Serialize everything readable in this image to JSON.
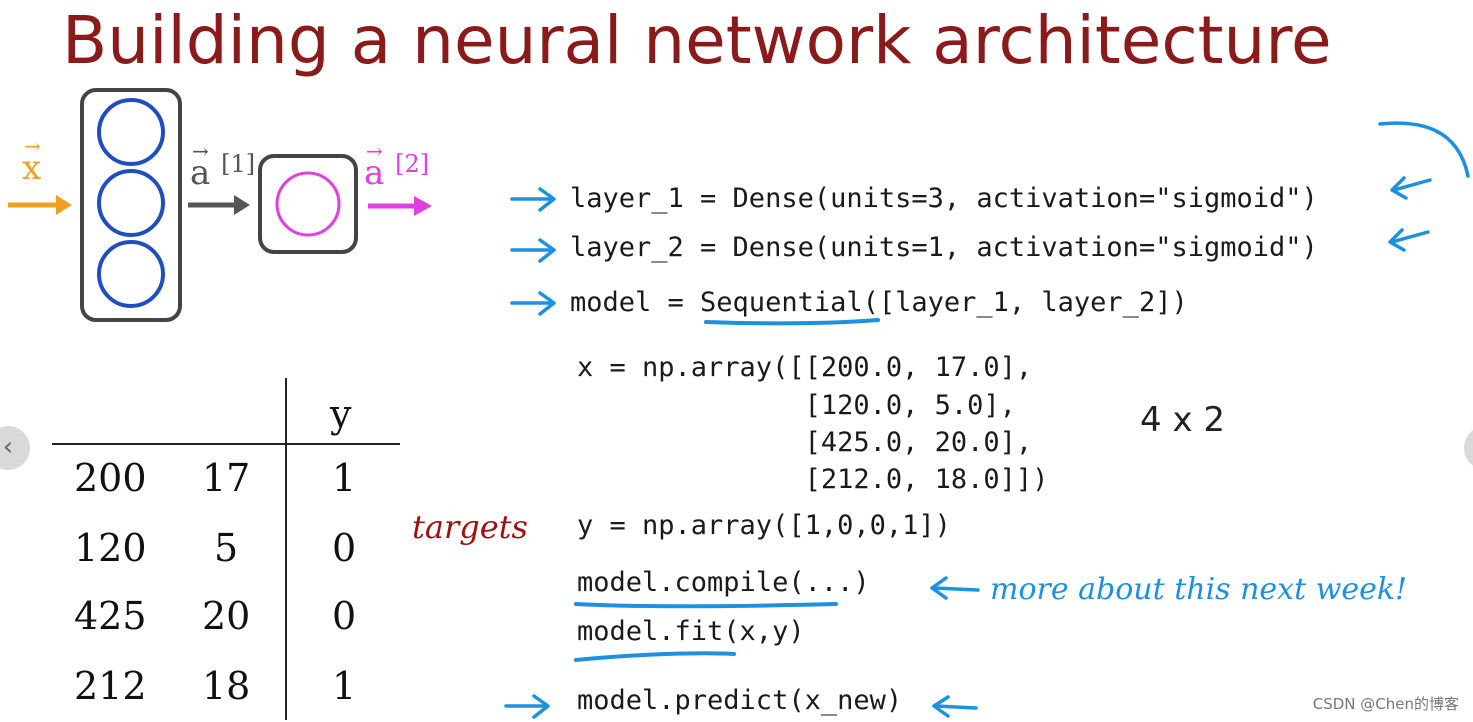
{
  "slide": {
    "title": "Building a neural network architecture",
    "watermark": "CSDN @Chen的博客",
    "prev_icon": "chevron-left-icon",
    "next_icon": "chevron-right-icon"
  },
  "diagram": {
    "input_label": "x",
    "hidden_label": "a",
    "hidden_superscript": "[1]",
    "output_label": "a",
    "output_superscript": "[2]",
    "colors": {
      "input": "#f0a020",
      "hidden": "#555555",
      "output": "#e040e0",
      "neuron_hidden": "#1f4fbf",
      "neuron_output": "#e040e0"
    }
  },
  "table": {
    "header_y": "y",
    "rows": [
      [
        "200",
        "17",
        "1"
      ],
      [
        "120",
        "5",
        "0"
      ],
      [
        "425",
        "20",
        "0"
      ],
      [
        "212",
        "18",
        "1"
      ]
    ]
  },
  "code": {
    "line_layer1": "layer_1 = Dense(units=3, activation=\"sigmoid\")",
    "line_layer2": "layer_2 = Dense(units=1, activation=\"sigmoid\")",
    "line_model": "model = Sequential([layer_1, layer_2])",
    "x_line1": "x = np.array([[200.0, 17.0],",
    "x_line2": "              [120.0, 5.0],",
    "x_line3": "              [425.0, 20.0],",
    "x_line4": "              [212.0, 18.0]])",
    "y_line": "y = np.array([1,0,0,1])",
    "compile_line": "model.compile(...)",
    "fit_line": "model.fit(x,y)",
    "predict_line": "model.predict(x_new)"
  },
  "annotations": {
    "shape": "4 x 2",
    "targets": "targets",
    "compile_note": "more about this next week!"
  },
  "colors": {
    "title": "#8b1a1a",
    "annotation_blue": "#1e90e0",
    "annotation_red": "#a01010"
  }
}
